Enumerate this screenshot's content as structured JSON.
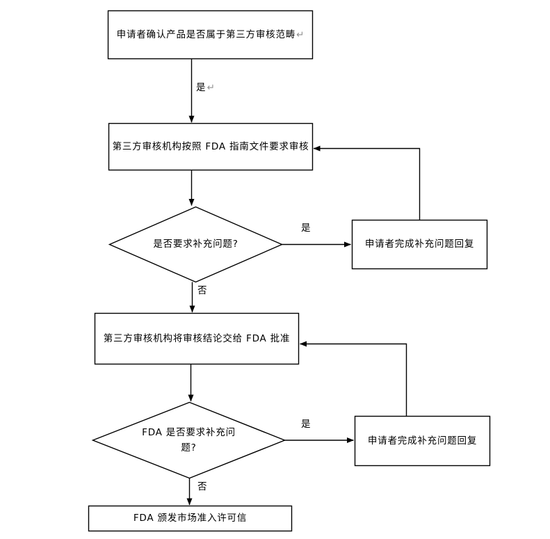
{
  "flowchart": {
    "colors": {
      "line": "#000000",
      "return_mark": "#8f8f8f",
      "background": "#ffffff"
    },
    "marks": {
      "return": "↵"
    },
    "nodes": {
      "confirm_scope": {
        "label": "申请者确认产品是否属于第三方审核范畴"
      },
      "third_party_review": {
        "label": "第三方审核机构按照 FDA 指南文件要求审核"
      },
      "need_supplement": {
        "label": "是否要求补充问题?"
      },
      "reply_supplement_1": {
        "label": "申请者完成补充问题回复"
      },
      "submit_to_fda": {
        "label": "第三方审核机构将审核结论交给 FDA 批准"
      },
      "fda_need_supplement": {
        "line1": "FDA 是否要求补充问",
        "line2": "题?"
      },
      "reply_supplement_2": {
        "label": "申请者完成补充问题回复"
      },
      "market_permit": {
        "label": "FDA 颁发市场准入许可信"
      }
    },
    "edge_labels": {
      "yes1": "是",
      "yes2": "是",
      "yes3": "是",
      "no1": "否",
      "no2": "否"
    }
  }
}
